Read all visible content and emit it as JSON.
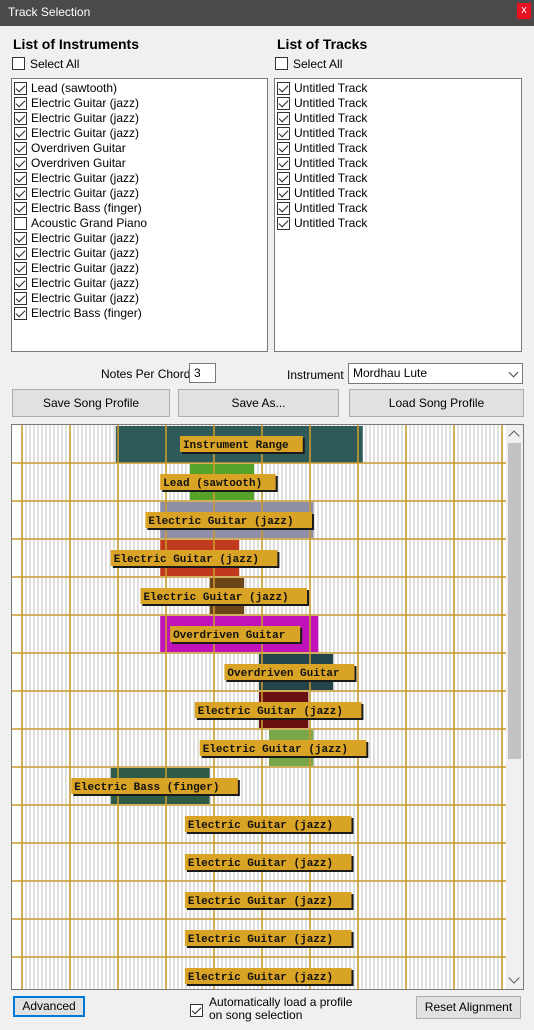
{
  "window": {
    "title": "Track Selection",
    "close_label": "x"
  },
  "instruments": {
    "header": "List of Instruments",
    "select_all": {
      "label": "Select All",
      "checked": false
    },
    "items": [
      {
        "label": "Lead (sawtooth)",
        "checked": true
      },
      {
        "label": "Electric Guitar (jazz)",
        "checked": true
      },
      {
        "label": "Electric Guitar (jazz)",
        "checked": true
      },
      {
        "label": "Electric Guitar (jazz)",
        "checked": true
      },
      {
        "label": "Overdriven Guitar",
        "checked": true
      },
      {
        "label": "Overdriven Guitar",
        "checked": true
      },
      {
        "label": "Electric Guitar (jazz)",
        "checked": true
      },
      {
        "label": "Electric Guitar (jazz)",
        "checked": true
      },
      {
        "label": "Electric Bass (finger)",
        "checked": true
      },
      {
        "label": "Acoustic Grand Piano",
        "checked": false
      },
      {
        "label": "Electric Guitar (jazz)",
        "checked": true
      },
      {
        "label": "Electric Guitar (jazz)",
        "checked": true
      },
      {
        "label": "Electric Guitar (jazz)",
        "checked": true
      },
      {
        "label": "Electric Guitar (jazz)",
        "checked": true
      },
      {
        "label": "Electric Guitar (jazz)",
        "checked": true
      },
      {
        "label": "Electric Bass (finger)",
        "checked": true
      }
    ]
  },
  "tracks": {
    "header": "List of Tracks",
    "select_all": {
      "label": "Select All",
      "checked": false
    },
    "items": [
      {
        "label": "Untitled Track",
        "checked": true
      },
      {
        "label": "Untitled Track",
        "checked": true
      },
      {
        "label": "Untitled Track",
        "checked": true
      },
      {
        "label": "Untitled Track",
        "checked": true
      },
      {
        "label": "Untitled Track",
        "checked": true
      },
      {
        "label": "Untitled Track",
        "checked": true
      },
      {
        "label": "Untitled Track",
        "checked": true
      },
      {
        "label": "Untitled Track",
        "checked": true
      },
      {
        "label": "Untitled Track",
        "checked": true
      },
      {
        "label": "Untitled Track",
        "checked": true
      }
    ]
  },
  "controls": {
    "notes_per_chord_label": "Notes Per Chord",
    "notes_per_chord_value": "3",
    "instrument_label": "Instrument",
    "instrument_value": "Mordhau Lute"
  },
  "buttons": {
    "save_song_profile": "Save Song Profile",
    "save_as": "Save As...",
    "load_song_profile": "Load Song Profile",
    "advanced": "Advanced",
    "reset_alignment": "Reset Alignment"
  },
  "auto_load": {
    "label_line1": "Automatically load a profile",
    "label_line2": "on song selection",
    "checked": true
  },
  "colors": {
    "grid_major": "#c89a2e",
    "label_fill": "#d9a326",
    "range_fill": "#2e5a5a",
    "scrollbar_thumb": "#c2c2c2"
  },
  "alignment_rows": [
    {
      "label": "Instrument Range",
      "bar_color": "#2e5a5a",
      "range_start": 0.21,
      "range_end": 0.71,
      "label_pos": 0.34
    },
    {
      "label": "Lead (sawtooth)",
      "bar_color": "#56a329",
      "range_start": 0.36,
      "range_end": 0.49,
      "label_pos": 0.3
    },
    {
      "label": "Electric Guitar (jazz)",
      "bar_color": "#8f8fa8",
      "range_start": 0.3,
      "range_end": 0.61,
      "label_pos": 0.27
    },
    {
      "label": "Electric Guitar (jazz)",
      "bar_color": "#c23a1e",
      "range_start": 0.3,
      "range_end": 0.46,
      "label_pos": 0.2
    },
    {
      "label": "Electric Guitar (jazz)",
      "bar_color": "#6b4418",
      "range_start": 0.4,
      "range_end": 0.47,
      "label_pos": 0.26
    },
    {
      "label": "Overdriven Guitar",
      "bar_color": "#c012b8",
      "range_start": 0.3,
      "range_end": 0.62,
      "label_pos": 0.32
    },
    {
      "label": "Overdriven Guitar",
      "bar_color": "#23444a",
      "range_start": 0.5,
      "range_end": 0.65,
      "label_pos": 0.43
    },
    {
      "label": "Electric Guitar (jazz)",
      "bar_color": "#6a0f0f",
      "range_start": 0.5,
      "range_end": 0.6,
      "label_pos": 0.37
    },
    {
      "label": "Electric Guitar (jazz)",
      "bar_color": "#78a84a",
      "range_start": 0.52,
      "range_end": 0.61,
      "label_pos": 0.38
    },
    {
      "label": "Electric Bass (finger)",
      "bar_color": "#2e5a48",
      "range_start": 0.2,
      "range_end": 0.4,
      "label_pos": 0.12
    },
    {
      "label": "Electric Guitar (jazz)",
      "bar_color": "",
      "range_start": 0,
      "range_end": 0,
      "label_pos": 0.35
    },
    {
      "label": "Electric Guitar (jazz)",
      "bar_color": "",
      "range_start": 0,
      "range_end": 0,
      "label_pos": 0.35
    },
    {
      "label": "Electric Guitar (jazz)",
      "bar_color": "",
      "range_start": 0,
      "range_end": 0,
      "label_pos": 0.35
    },
    {
      "label": "Electric Guitar (jazz)",
      "bar_color": "",
      "range_start": 0,
      "range_end": 0,
      "label_pos": 0.35
    },
    {
      "label": "Electric Guitar (jazz)",
      "bar_color": "",
      "range_start": 0,
      "range_end": 0,
      "label_pos": 0.35
    }
  ]
}
